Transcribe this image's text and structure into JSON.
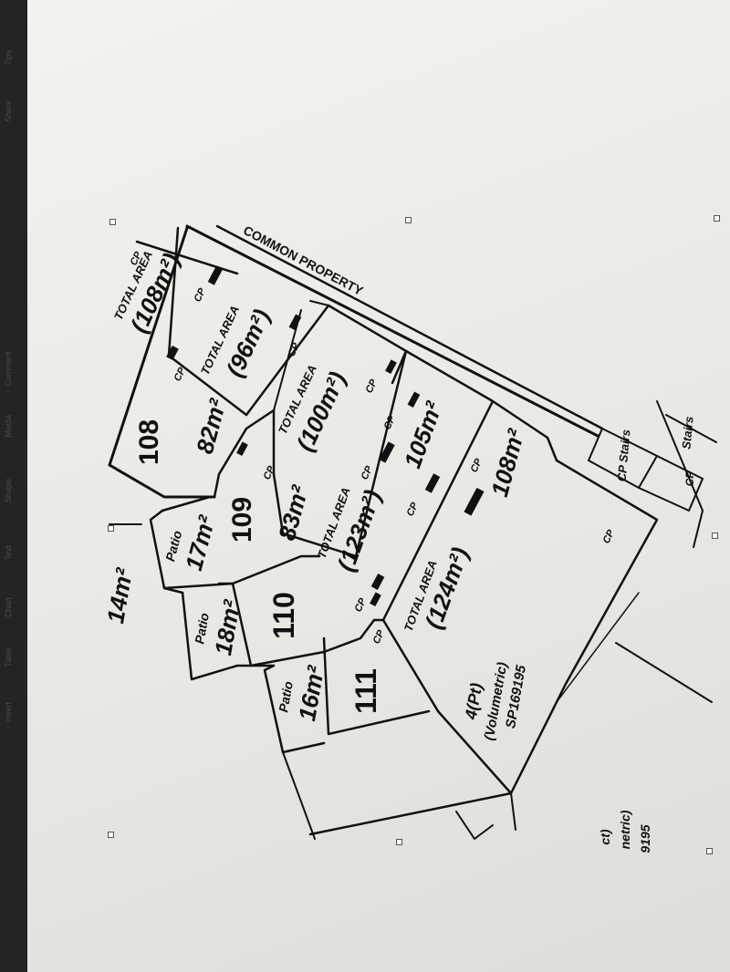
{
  "toolbar": {
    "items": [
      {
        "label": "Insert"
      },
      {
        "label": "Table"
      },
      {
        "label": "Chart"
      },
      {
        "label": "Text"
      },
      {
        "label": "Shape"
      },
      {
        "label": "Media"
      },
      {
        "label": "Comment"
      },
      {
        "label": "Share"
      },
      {
        "label": "Tips"
      }
    ]
  },
  "plan": {
    "common_property": "COMMON PROPERTY",
    "lot_108": "108",
    "lot_108_area": "82m²",
    "lot_109": "109",
    "lot_109_area": "83m²",
    "lot_110": "110",
    "lot_111": "111",
    "lot_4": "4(Pt)",
    "volumetric": "(Volumetric)",
    "sp_ref": "SP169195",
    "area_14": "14m²",
    "patio_label": "Patio",
    "patio_17": "17m²",
    "patio_18": "18m²",
    "patio_16": "16m²",
    "total_area": "TOTAL AREA",
    "total_108": "(108m²)",
    "total_96": "(96m²)",
    "total_100": "(100m²)",
    "total_123": "(123m²)",
    "total_124": "(124m²)",
    "area_105": "105m²",
    "area_108b": "108m²",
    "cp": "CP",
    "cp_stairs": "CP Stairs",
    "stairs_partial": "Stairs",
    "edge_text_1": "ct)",
    "edge_text_2": "netric)",
    "edge_text_3": "9195"
  }
}
